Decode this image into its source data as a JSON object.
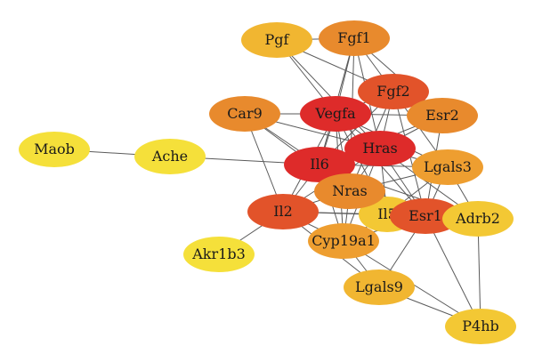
{
  "network": {
    "nodes": [
      {
        "id": "Pgf",
        "label": "Pgf",
        "color": "#F1B631"
      },
      {
        "id": "Fgf1",
        "label": "Fgf1",
        "color": "#E88A2D"
      },
      {
        "id": "Fgf2",
        "label": "Fgf2",
        "color": "#E2532A"
      },
      {
        "id": "Car9",
        "label": "Car9",
        "color": "#E88A2D"
      },
      {
        "id": "Vegfa",
        "label": "Vegfa",
        "color": "#DE2B2A"
      },
      {
        "id": "Esr2",
        "label": "Esr2",
        "color": "#E88A2D"
      },
      {
        "id": "Hras",
        "label": "Hras",
        "color": "#DE2B2A"
      },
      {
        "id": "Maob",
        "label": "Maob",
        "color": "#F5E03A"
      },
      {
        "id": "Ache",
        "label": "Ache",
        "color": "#F5E03A"
      },
      {
        "id": "Il6",
        "label": "Il6",
        "color": "#DE2B2A"
      },
      {
        "id": "Lgals3",
        "label": "Lgals3",
        "color": "#EE9E30"
      },
      {
        "id": "Nras",
        "label": "Nras",
        "color": "#E88A2D"
      },
      {
        "id": "Il2",
        "label": "Il2",
        "color": "#E2532A"
      },
      {
        "id": "Il5",
        "label": "Il5",
        "color": "#F3C834"
      },
      {
        "id": "Esr1",
        "label": "Esr1",
        "color": "#E2532A"
      },
      {
        "id": "Adrb2",
        "label": "Adrb2",
        "color": "#F3C834"
      },
      {
        "id": "Cyp19a1",
        "label": "Cyp19a1",
        "color": "#EE9E30"
      },
      {
        "id": "Akr1b3",
        "label": "Akr1b3",
        "color": "#F5E03A"
      },
      {
        "id": "Lgals9",
        "label": "Lgals9",
        "color": "#F1B631"
      },
      {
        "id": "P4hb",
        "label": "P4hb",
        "color": "#F3C834"
      }
    ],
    "edges": [
      [
        "Maob",
        "Ache"
      ],
      [
        "Ache",
        "Il6"
      ],
      [
        "Pgf",
        "Fgf1"
      ],
      [
        "Pgf",
        "Vegfa"
      ],
      [
        "Pgf",
        "Fgf2"
      ],
      [
        "Pgf",
        "Hras"
      ],
      [
        "Fgf1",
        "Fgf2"
      ],
      [
        "Fgf1",
        "Vegfa"
      ],
      [
        "Fgf1",
        "Hras"
      ],
      [
        "Fgf1",
        "Il6"
      ],
      [
        "Fgf1",
        "Nras"
      ],
      [
        "Fgf1",
        "Esr2"
      ],
      [
        "Fgf2",
        "Vegfa"
      ],
      [
        "Fgf2",
        "Hras"
      ],
      [
        "Fgf2",
        "Il6"
      ],
      [
        "Fgf2",
        "Esr2"
      ],
      [
        "Fgf2",
        "Esr1"
      ],
      [
        "Fgf2",
        "Nras"
      ],
      [
        "Fgf2",
        "Lgals3"
      ],
      [
        "Car9",
        "Vegfa"
      ],
      [
        "Car9",
        "Il6"
      ],
      [
        "Car9",
        "Il2"
      ],
      [
        "Car9",
        "Hras"
      ],
      [
        "Car9",
        "Nras"
      ],
      [
        "Vegfa",
        "Esr2"
      ],
      [
        "Vegfa",
        "Hras"
      ],
      [
        "Vegfa",
        "Il6"
      ],
      [
        "Vegfa",
        "Il2"
      ],
      [
        "Vegfa",
        "Nras"
      ],
      [
        "Vegfa",
        "Esr1"
      ],
      [
        "Vegfa",
        "Lgals3"
      ],
      [
        "Vegfa",
        "Cyp19a1"
      ],
      [
        "Vegfa",
        "Il5"
      ],
      [
        "Esr2",
        "Hras"
      ],
      [
        "Esr2",
        "Esr1"
      ],
      [
        "Esr2",
        "Il6"
      ],
      [
        "Hras",
        "Il6"
      ],
      [
        "Hras",
        "Nras"
      ],
      [
        "Hras",
        "Il2"
      ],
      [
        "Hras",
        "Esr1"
      ],
      [
        "Hras",
        "Lgals3"
      ],
      [
        "Hras",
        "Adrb2"
      ],
      [
        "Hras",
        "Cyp19a1"
      ],
      [
        "Hras",
        "Il5"
      ],
      [
        "Il6",
        "Il2"
      ],
      [
        "Il6",
        "Nras"
      ],
      [
        "Il6",
        "Il5"
      ],
      [
        "Il6",
        "Esr1"
      ],
      [
        "Il6",
        "Lgals3"
      ],
      [
        "Il6",
        "Cyp19a1"
      ],
      [
        "Il6",
        "Adrb2"
      ],
      [
        "Lgals3",
        "Esr1"
      ],
      [
        "Lgals3",
        "Adrb2"
      ],
      [
        "Lgals3",
        "Il5"
      ],
      [
        "Lgals3",
        "Nras"
      ],
      [
        "Nras",
        "Il2"
      ],
      [
        "Nras",
        "Il5"
      ],
      [
        "Nras",
        "Esr1"
      ],
      [
        "Nras",
        "Cyp19a1"
      ],
      [
        "Il2",
        "Il5"
      ],
      [
        "Il2",
        "Cyp19a1"
      ],
      [
        "Il2",
        "Esr1"
      ],
      [
        "Il2",
        "Akr1b3"
      ],
      [
        "Il2",
        "Lgals9"
      ],
      [
        "Il5",
        "Esr1"
      ],
      [
        "Il5",
        "Cyp19a1"
      ],
      [
        "Esr1",
        "Adrb2"
      ],
      [
        "Esr1",
        "Cyp19a1"
      ],
      [
        "Esr1",
        "Lgals9"
      ],
      [
        "Esr1",
        "P4hb"
      ],
      [
        "Adrb2",
        "P4hb"
      ],
      [
        "Cyp19a1",
        "Lgals9"
      ],
      [
        "Cyp19a1",
        "P4hb"
      ],
      [
        "Lgals9",
        "P4hb"
      ]
    ]
  }
}
